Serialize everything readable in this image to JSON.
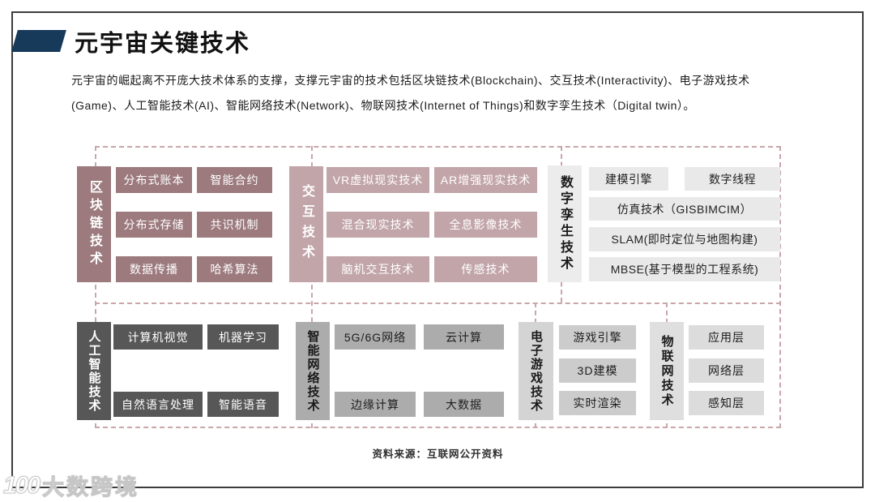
{
  "title": "元宇宙关键技术",
  "description": {
    "line1": "元宇宙的崛起离不开庞大技术体系的支撑，支撑元宇宙的技术包括区块链技术(Blockchain)、交互技术(Interactivity)、电子游戏技术",
    "line2": "(Game)、人工智能技术(AI)、智能网络技术(Network)、物联网技术(Internet of Things)和数字孪生技术（Digital twin）。"
  },
  "sections": {
    "blockchain": {
      "label": "区块链技术",
      "items": [
        "分布式账本",
        "智能合约",
        "分布式存储",
        "共识机制",
        "数据传播",
        "哈希算法"
      ]
    },
    "interaction": {
      "label": "交互技术",
      "items": [
        "VR虚拟现实技术",
        "AR增强现实技术",
        "混合现实技术",
        "全息影像技术",
        "脑机交互技术",
        "传感技术"
      ]
    },
    "digital_twin": {
      "label": "数字孪生技术",
      "items": [
        "建模引擎",
        "数字线程",
        "仿真技术（GISBIMCIM）",
        "SLAM(即时定位与地图构建)",
        "MBSE(基于模型的工程系统)"
      ]
    },
    "ai": {
      "label": "人工智能技术",
      "items": [
        "计算机视觉",
        "机器学习",
        "自然语言处理",
        "智能语音"
      ]
    },
    "network": {
      "label": "智能网络技术",
      "items": [
        "5G/6G网络",
        "云计算",
        "边缘计算",
        "大数据"
      ]
    },
    "game": {
      "label": "电子游戏技术",
      "items": [
        "游戏引擎",
        "3D建模",
        "实时渲染"
      ]
    },
    "iot": {
      "label": "物联网技术",
      "items": [
        "应用层",
        "网络层",
        "感知层"
      ]
    }
  },
  "source": "资料来源：互联网公开资料",
  "watermark": {
    "logo": "100",
    "text": "大数跨境"
  },
  "colors": {
    "title_shape": "#17395a",
    "blockchain": "#9c7a7e",
    "interaction": "#c2a5a9",
    "digital_twin": "#e9e9e9",
    "ai": "#575757",
    "network": "#acacac",
    "game": "#cccccc",
    "iot": "#dcdcdc",
    "dashed_line": "#c9a6aa",
    "frame_border": "#3c3c3c"
  }
}
